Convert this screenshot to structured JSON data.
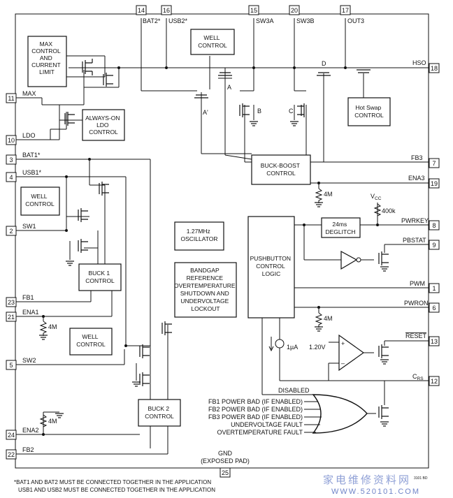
{
  "pins": {
    "p14": {
      "num": "14",
      "label": "BAT2*"
    },
    "p16": {
      "num": "16",
      "label": "USB2*"
    },
    "p15": {
      "num": "15",
      "label": "SW3A"
    },
    "p20": {
      "num": "20",
      "label": "SW3B"
    },
    "p17": {
      "num": "17",
      "label": "OUT3"
    },
    "p18": {
      "num": "18",
      "label": "HSO"
    },
    "p11": {
      "num": "11",
      "label": "MAX"
    },
    "p10": {
      "num": "10",
      "label": "LDO"
    },
    "p3": {
      "num": "3",
      "label": "BAT1*"
    },
    "p4": {
      "num": "4",
      "label": "USB1*"
    },
    "p2": {
      "num": "2",
      "label": "SW1"
    },
    "p23": {
      "num": "23",
      "label": "FB1"
    },
    "p21": {
      "num": "21",
      "label": "ENA1"
    },
    "p5": {
      "num": "5",
      "label": "SW2"
    },
    "p24": {
      "num": "24",
      "label": "ENA2"
    },
    "p22": {
      "num": "22",
      "label": "FB2"
    },
    "p7": {
      "num": "7",
      "label": "FB3"
    },
    "p19": {
      "num": "19",
      "label": "ENA3"
    },
    "p8": {
      "num": "8",
      "label": "PWRKEY"
    },
    "p9": {
      "num": "9",
      "label": "PBSTAT"
    },
    "p1": {
      "num": "1",
      "label": "PWM"
    },
    "p6": {
      "num": "6",
      "label": "PWRON"
    },
    "p13": {
      "num": "13",
      "label": "RESET"
    },
    "p12": {
      "num": "12",
      "label": "C",
      "label_sub": "RS"
    },
    "p25": {
      "num": "25",
      "label": "GND",
      "label2": "(EXPOSED PAD)"
    }
  },
  "blocks": {
    "max_control": [
      "MAX",
      "CONTROL",
      "AND",
      "CURRENT",
      "LIMIT"
    ],
    "well_top": [
      "WELL",
      "CONTROL"
    ],
    "always_on": [
      "ALWAYS-ON",
      "LDO",
      "CONTROL"
    ],
    "hot_swap": [
      "Hot Swap",
      "CONTROL"
    ],
    "buck_boost": [
      "BUCK-BOOST",
      "CONTROL"
    ],
    "well_1": [
      "WELL",
      "CONTROL"
    ],
    "buck1": [
      "BUCK 1",
      "CONTROL"
    ],
    "well_2": [
      "WELL",
      "CONTROL"
    ],
    "buck2": [
      "BUCK 2",
      "CONTROL"
    ],
    "oscillator": [
      "1.27MHz",
      "OSCILLATOR"
    ],
    "bandgap": [
      "BANDGAP",
      "REFERENCE",
      "OVERTEMPERATURE",
      "SHUTDOWN AND",
      "UNDERVOLTAGE",
      "LOCKOUT"
    ],
    "pushbutton": [
      "PUSHBUTTON",
      "CONTROL",
      "LOGIC"
    ],
    "deglitch": [
      "24ms",
      "DEGLITCH"
    ]
  },
  "nodes": {
    "A": "A",
    "A_prime": "A'",
    "B": "B",
    "C": "C",
    "D": "D"
  },
  "components": {
    "r_ena3": "4M",
    "r_ena1": "4M",
    "r_ena2": "4M",
    "r_pwron": "4M",
    "r_vcc": "400k",
    "vcc": "V",
    "vcc_sub": "CC",
    "current_src": "1µA",
    "vref": "1.20V",
    "op_plus": "+",
    "op_minus": "–"
  },
  "or_gate": {
    "disabled": "DISABLED",
    "inputs": [
      "FB1 POWER BAD (IF ENABLED)",
      "FB2 POWER BAD (IF ENABLED)",
      "FB3 POWER BAD (IF ENABLED)",
      "UNDERVOLTAGE FAULT",
      "OVERTEMPERATURE FAULT"
    ]
  },
  "notes": [
    "*BAT1 AND BAT2 MUST BE CONNECTED TOGETHER IN THE APPLICATION",
    "USB1 AND USB2 MUST BE CONNECTED TOGETHER IN THE APPLICATION"
  ],
  "figure_code": "3101 BD",
  "watermark": {
    "cn": "家电维修资料网",
    "url": "WWW.520101.COM"
  }
}
